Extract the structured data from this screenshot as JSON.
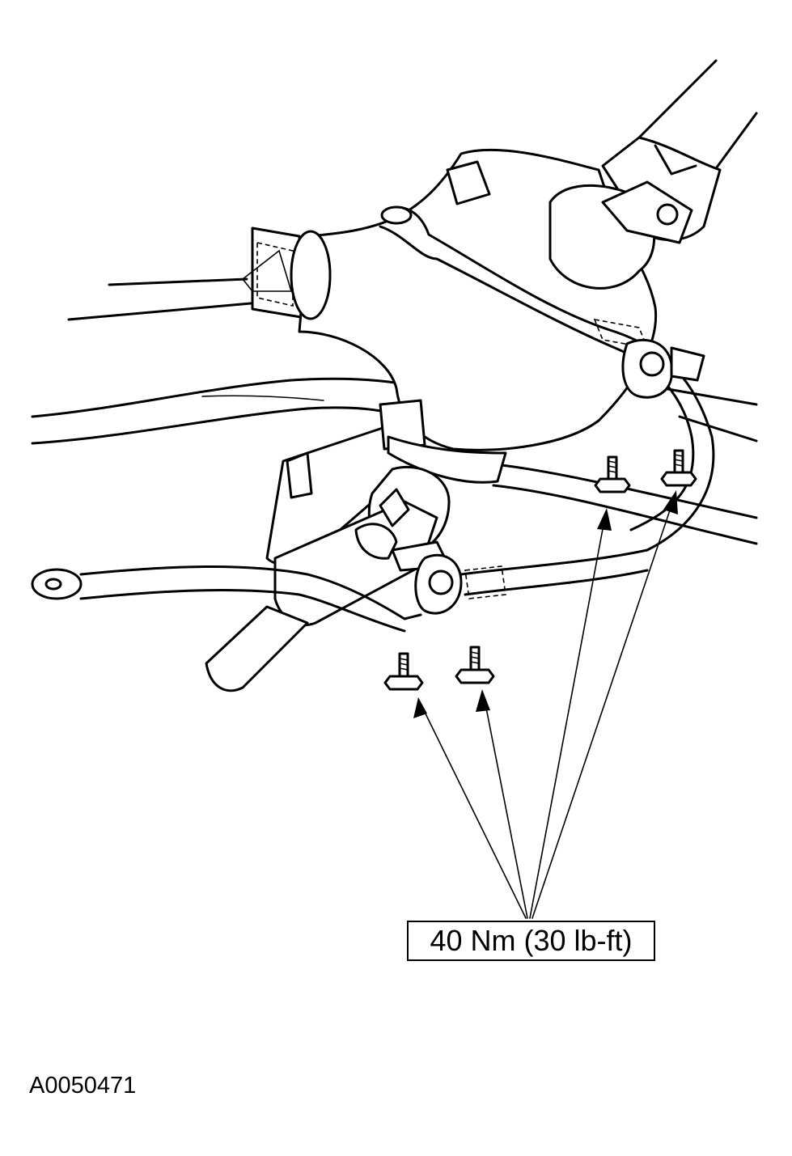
{
  "torque_callout": {
    "label": "40 Nm (30 lb-ft)",
    "bolt_count": 4
  },
  "figure_id": "A0050471",
  "icons": [
    "bolt-icon",
    "arrow-icon"
  ]
}
